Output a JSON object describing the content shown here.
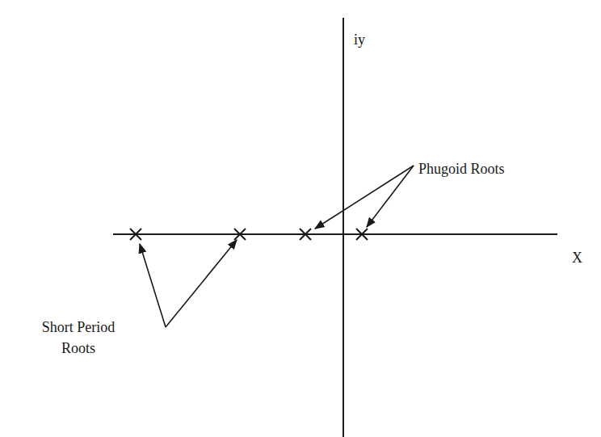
{
  "diagram": {
    "labels": [
      "iy",
      "Phugoid Roots",
      "Short Period Roots",
      "X"
    ]
  }
}
